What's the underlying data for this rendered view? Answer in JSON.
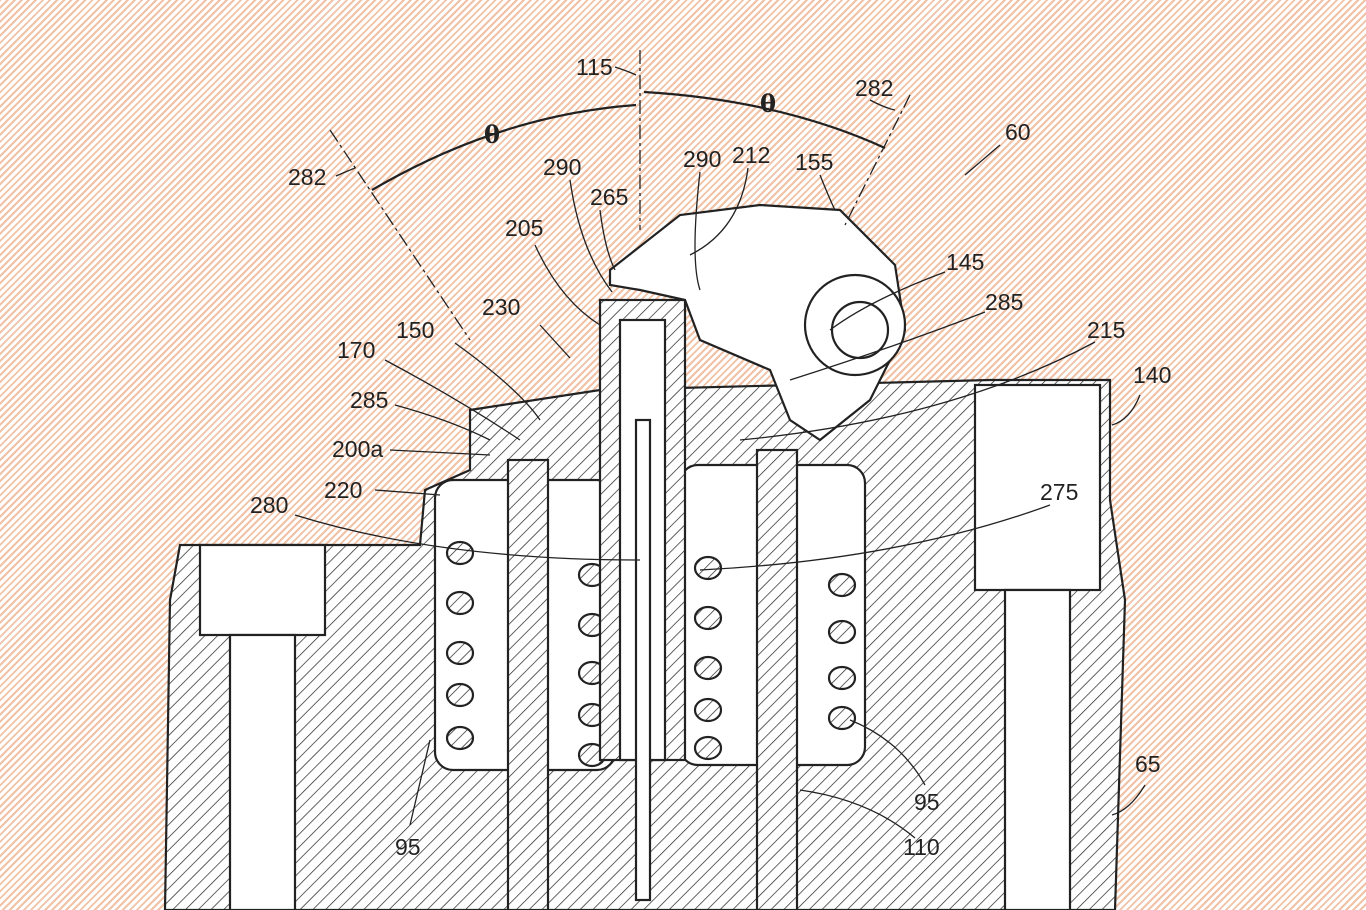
{
  "figure": {
    "theta_symbol": "θ",
    "labels": {
      "l115": "115",
      "l282a": "282",
      "l282b": "282",
      "l60": "60",
      "l290a": "290",
      "l290b": "290",
      "l212": "212",
      "l155": "155",
      "l265": "265",
      "l205": "205",
      "l145": "145",
      "l285a": "285",
      "l230": "230",
      "l150": "150",
      "l170": "170",
      "l285b": "285",
      "l215": "215",
      "l140": "140",
      "l200a": "200a",
      "l220": "220",
      "l280": "280",
      "l275": "275",
      "l65": "65",
      "l95a": "95",
      "l95b": "95",
      "l110": "110"
    }
  },
  "colors": {
    "background_stripe": "#f1c2a6",
    "ink": "#222222"
  }
}
